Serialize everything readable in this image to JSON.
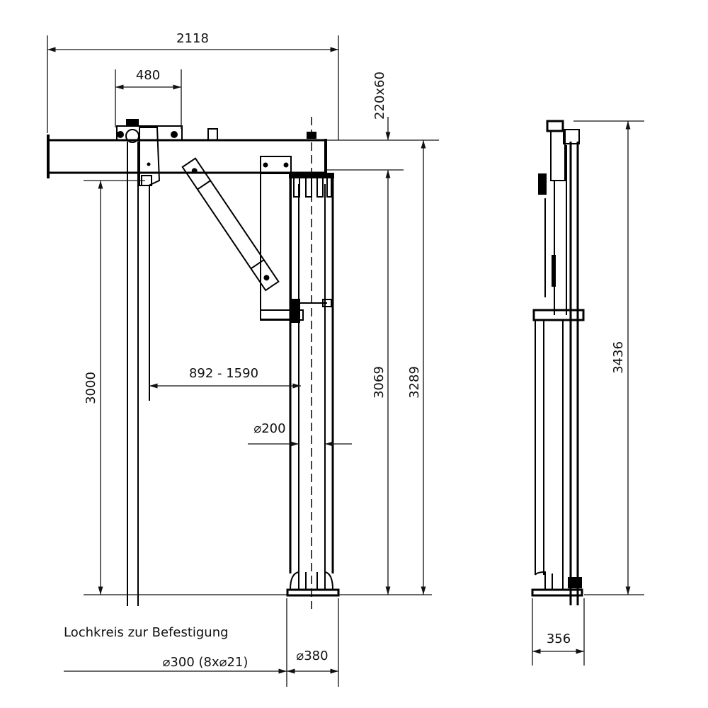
{
  "dimensions": {
    "overall_width": "2118",
    "trolley_width": "480",
    "beam_profile": "220x60",
    "hook_height": "3000",
    "reach_range": "892 - 1590",
    "column_height": "3069",
    "total_beam_height": "3289",
    "column_diameter": "⌀200",
    "base_diameter": "⌀380",
    "overall_height": "3436",
    "side_depth": "356"
  },
  "notes": {
    "bolt_circle_title": "Lochkreis zur Befestigung",
    "bolt_circle_value": "⌀300 (8x⌀21)"
  },
  "colors": {
    "line": "#000000",
    "background": "#ffffff"
  }
}
